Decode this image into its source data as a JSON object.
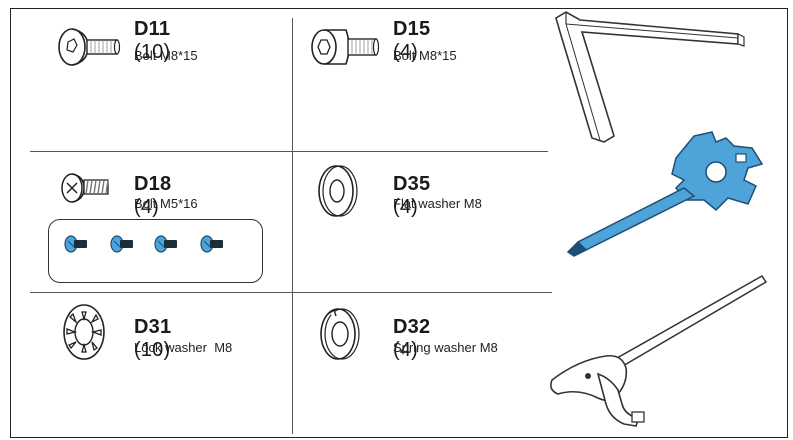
{
  "parts": [
    {
      "id": "D11",
      "qty": "(10)",
      "desc": "Bolt M8*15",
      "icon": "button-head-bolt-icon"
    },
    {
      "id": "D15",
      "qty": "(4)",
      "desc": "Bolt M8*15",
      "icon": "socket-head-bolt-icon"
    },
    {
      "id": "D18",
      "qty": "(4)",
      "desc": "Bolt M5*16",
      "icon": "phillips-screw-icon"
    },
    {
      "id": "D35",
      "qty": "(4)",
      "desc": "Flat washer M8",
      "icon": "flat-washer-icon"
    },
    {
      "id": "D31",
      "qty": "(10)",
      "desc": "Lock washer  M8",
      "icon": "lock-washer-icon"
    },
    {
      "id": "D32",
      "qty": "(4)",
      "desc": "Spring washer M8",
      "icon": "spring-washer-icon"
    }
  ],
  "tools": [
    "hex-key-icon",
    "multi-wrench-screwdriver-icon",
    "t-handle-hex-key-icon"
  ],
  "colors": {
    "accent": "#4ea3d8",
    "line": "#222222"
  }
}
